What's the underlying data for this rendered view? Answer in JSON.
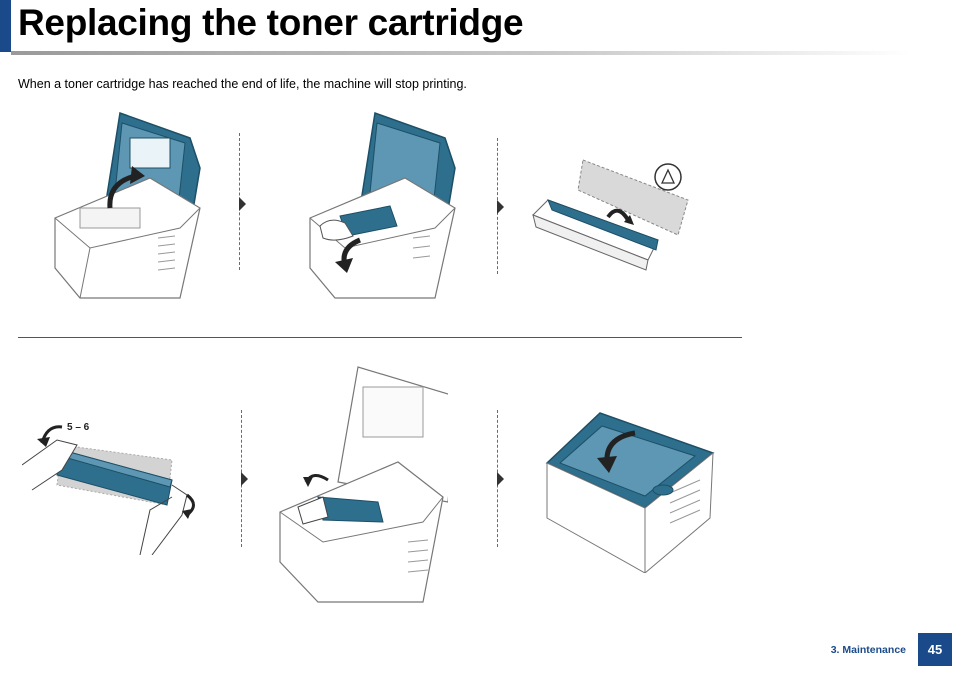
{
  "page": {
    "title": "Replacing the toner cartridge",
    "intro": "When a toner cartridge has reached the end of life, the machine will stop printing.",
    "footer": {
      "section": "3. Maintenance",
      "page_number": "45"
    },
    "accent_color": "#1a4a8a",
    "illustration_color": "#2e6f8e"
  },
  "steps": [
    {
      "id": 1,
      "depicts": "printer-lid-open"
    },
    {
      "id": 2,
      "depicts": "remove-old-cartridge"
    },
    {
      "id": 3,
      "depicts": "unpack-new-cartridge",
      "icon": "recycle-icon"
    },
    {
      "id": 4,
      "depicts": "shake-cartridge",
      "label": "5 – 6"
    },
    {
      "id": 5,
      "depicts": "insert-new-cartridge"
    },
    {
      "id": 6,
      "depicts": "close-printer-lid"
    }
  ]
}
